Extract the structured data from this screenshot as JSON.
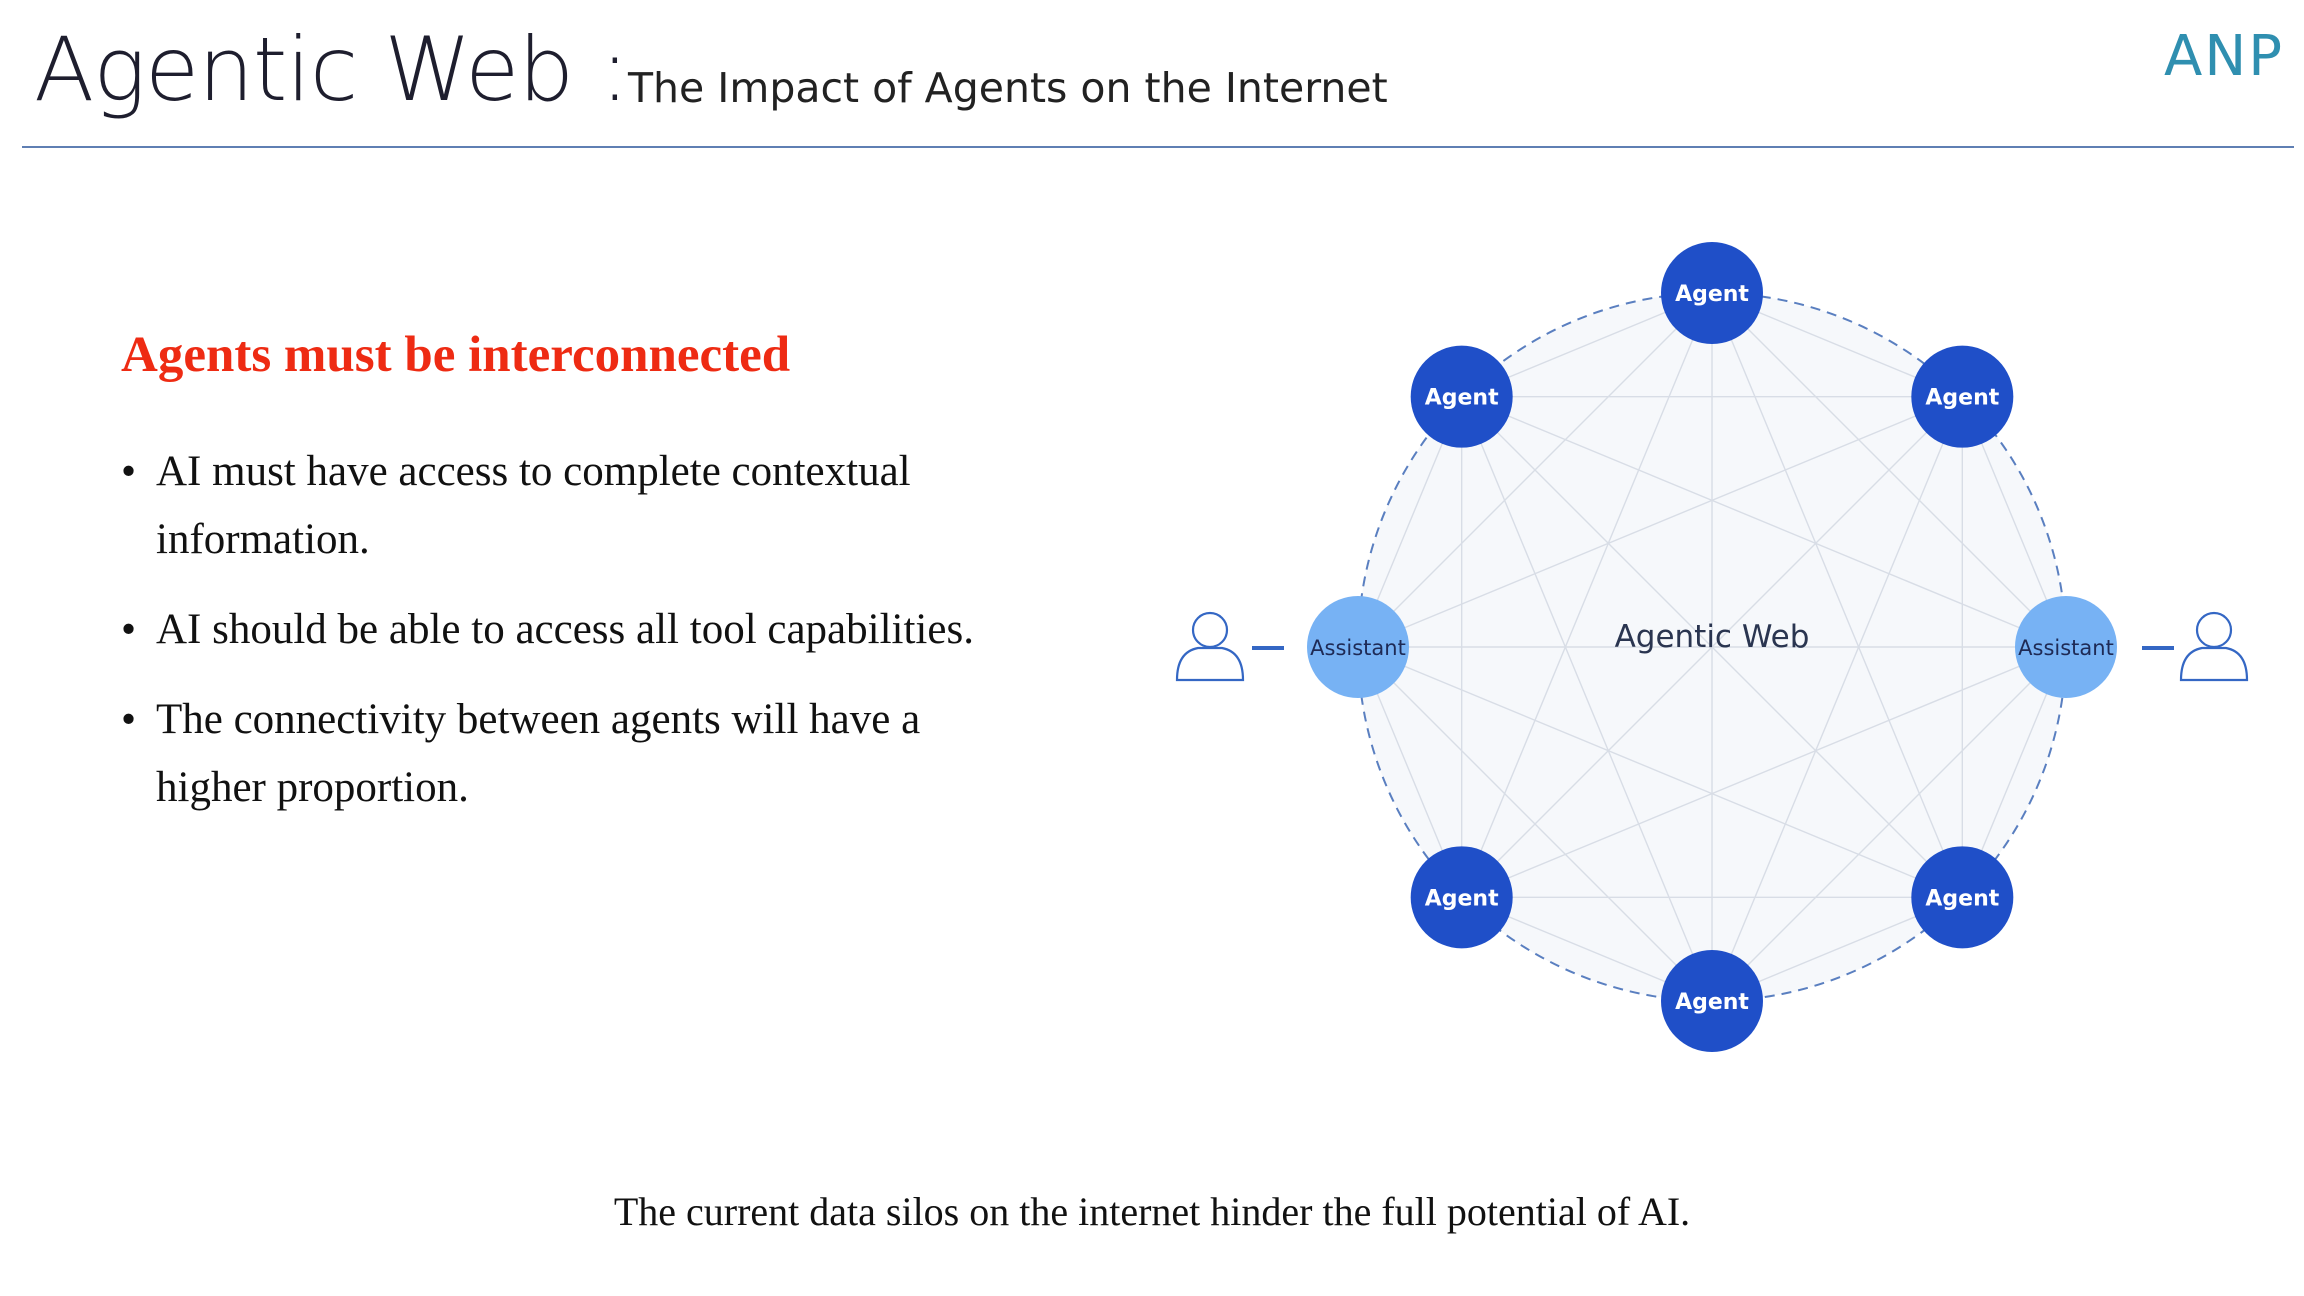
{
  "header": {
    "title": "Agentic Web :",
    "subtitle": "The Impact of Agents on the Internet",
    "logo": "ANP"
  },
  "content": {
    "heading": "Agents must be interconnected",
    "bullets": [
      "AI must have access to complete contextual information.",
      "AI should be able to access all tool capabilities.",
      "The connectivity between agents will have a higher proportion."
    ],
    "footer": "The current data silos on the internet hinder the full potential of AI."
  },
  "diagram": {
    "center_label": "Agentic Web",
    "agent_label": "Agent",
    "assistant_label": "Assistant",
    "nodes": [
      "Agent",
      "Agent",
      "Assistant",
      "Agent",
      "Agent",
      "Agent",
      "Assistant",
      "Agent"
    ],
    "colors": {
      "agent": "#1f4fc8",
      "assistant": "#77b2f4",
      "ring": "#5a7fc0",
      "mesh": "#d8dde6",
      "fill": "#f6f8fb",
      "user_icon": "#3467c4"
    }
  }
}
